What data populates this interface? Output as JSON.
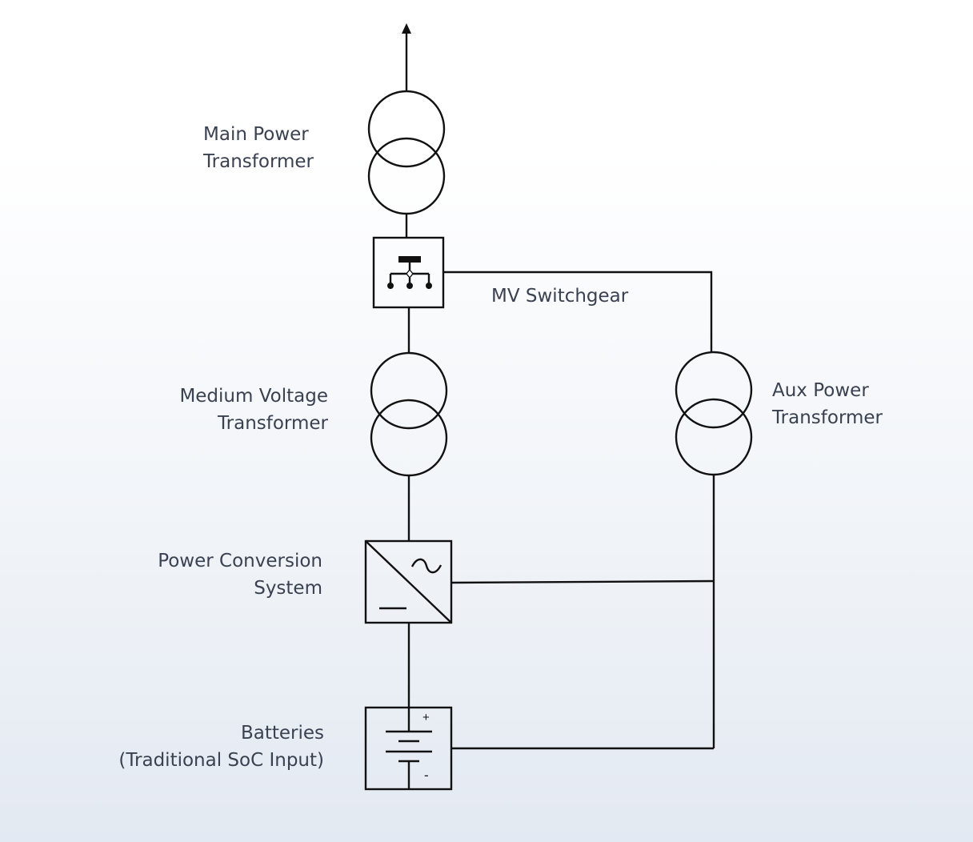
{
  "components": {
    "main_transformer": {
      "lines": [
        "Main Power",
        "Transformer"
      ]
    },
    "mv_switchgear": {
      "label": "MV Switchgear"
    },
    "mv_transformer": {
      "lines": [
        "Medium Voltage",
        "Transformer"
      ]
    },
    "aux_transformer": {
      "lines": [
        "Aux Power",
        "Transformer"
      ]
    },
    "pcs": {
      "lines": [
        "Power Conversion",
        "System"
      ]
    },
    "batteries": {
      "lines": [
        "Batteries",
        "(Traditional SoC Input)"
      ],
      "plus": "+",
      "minus": "-"
    }
  }
}
